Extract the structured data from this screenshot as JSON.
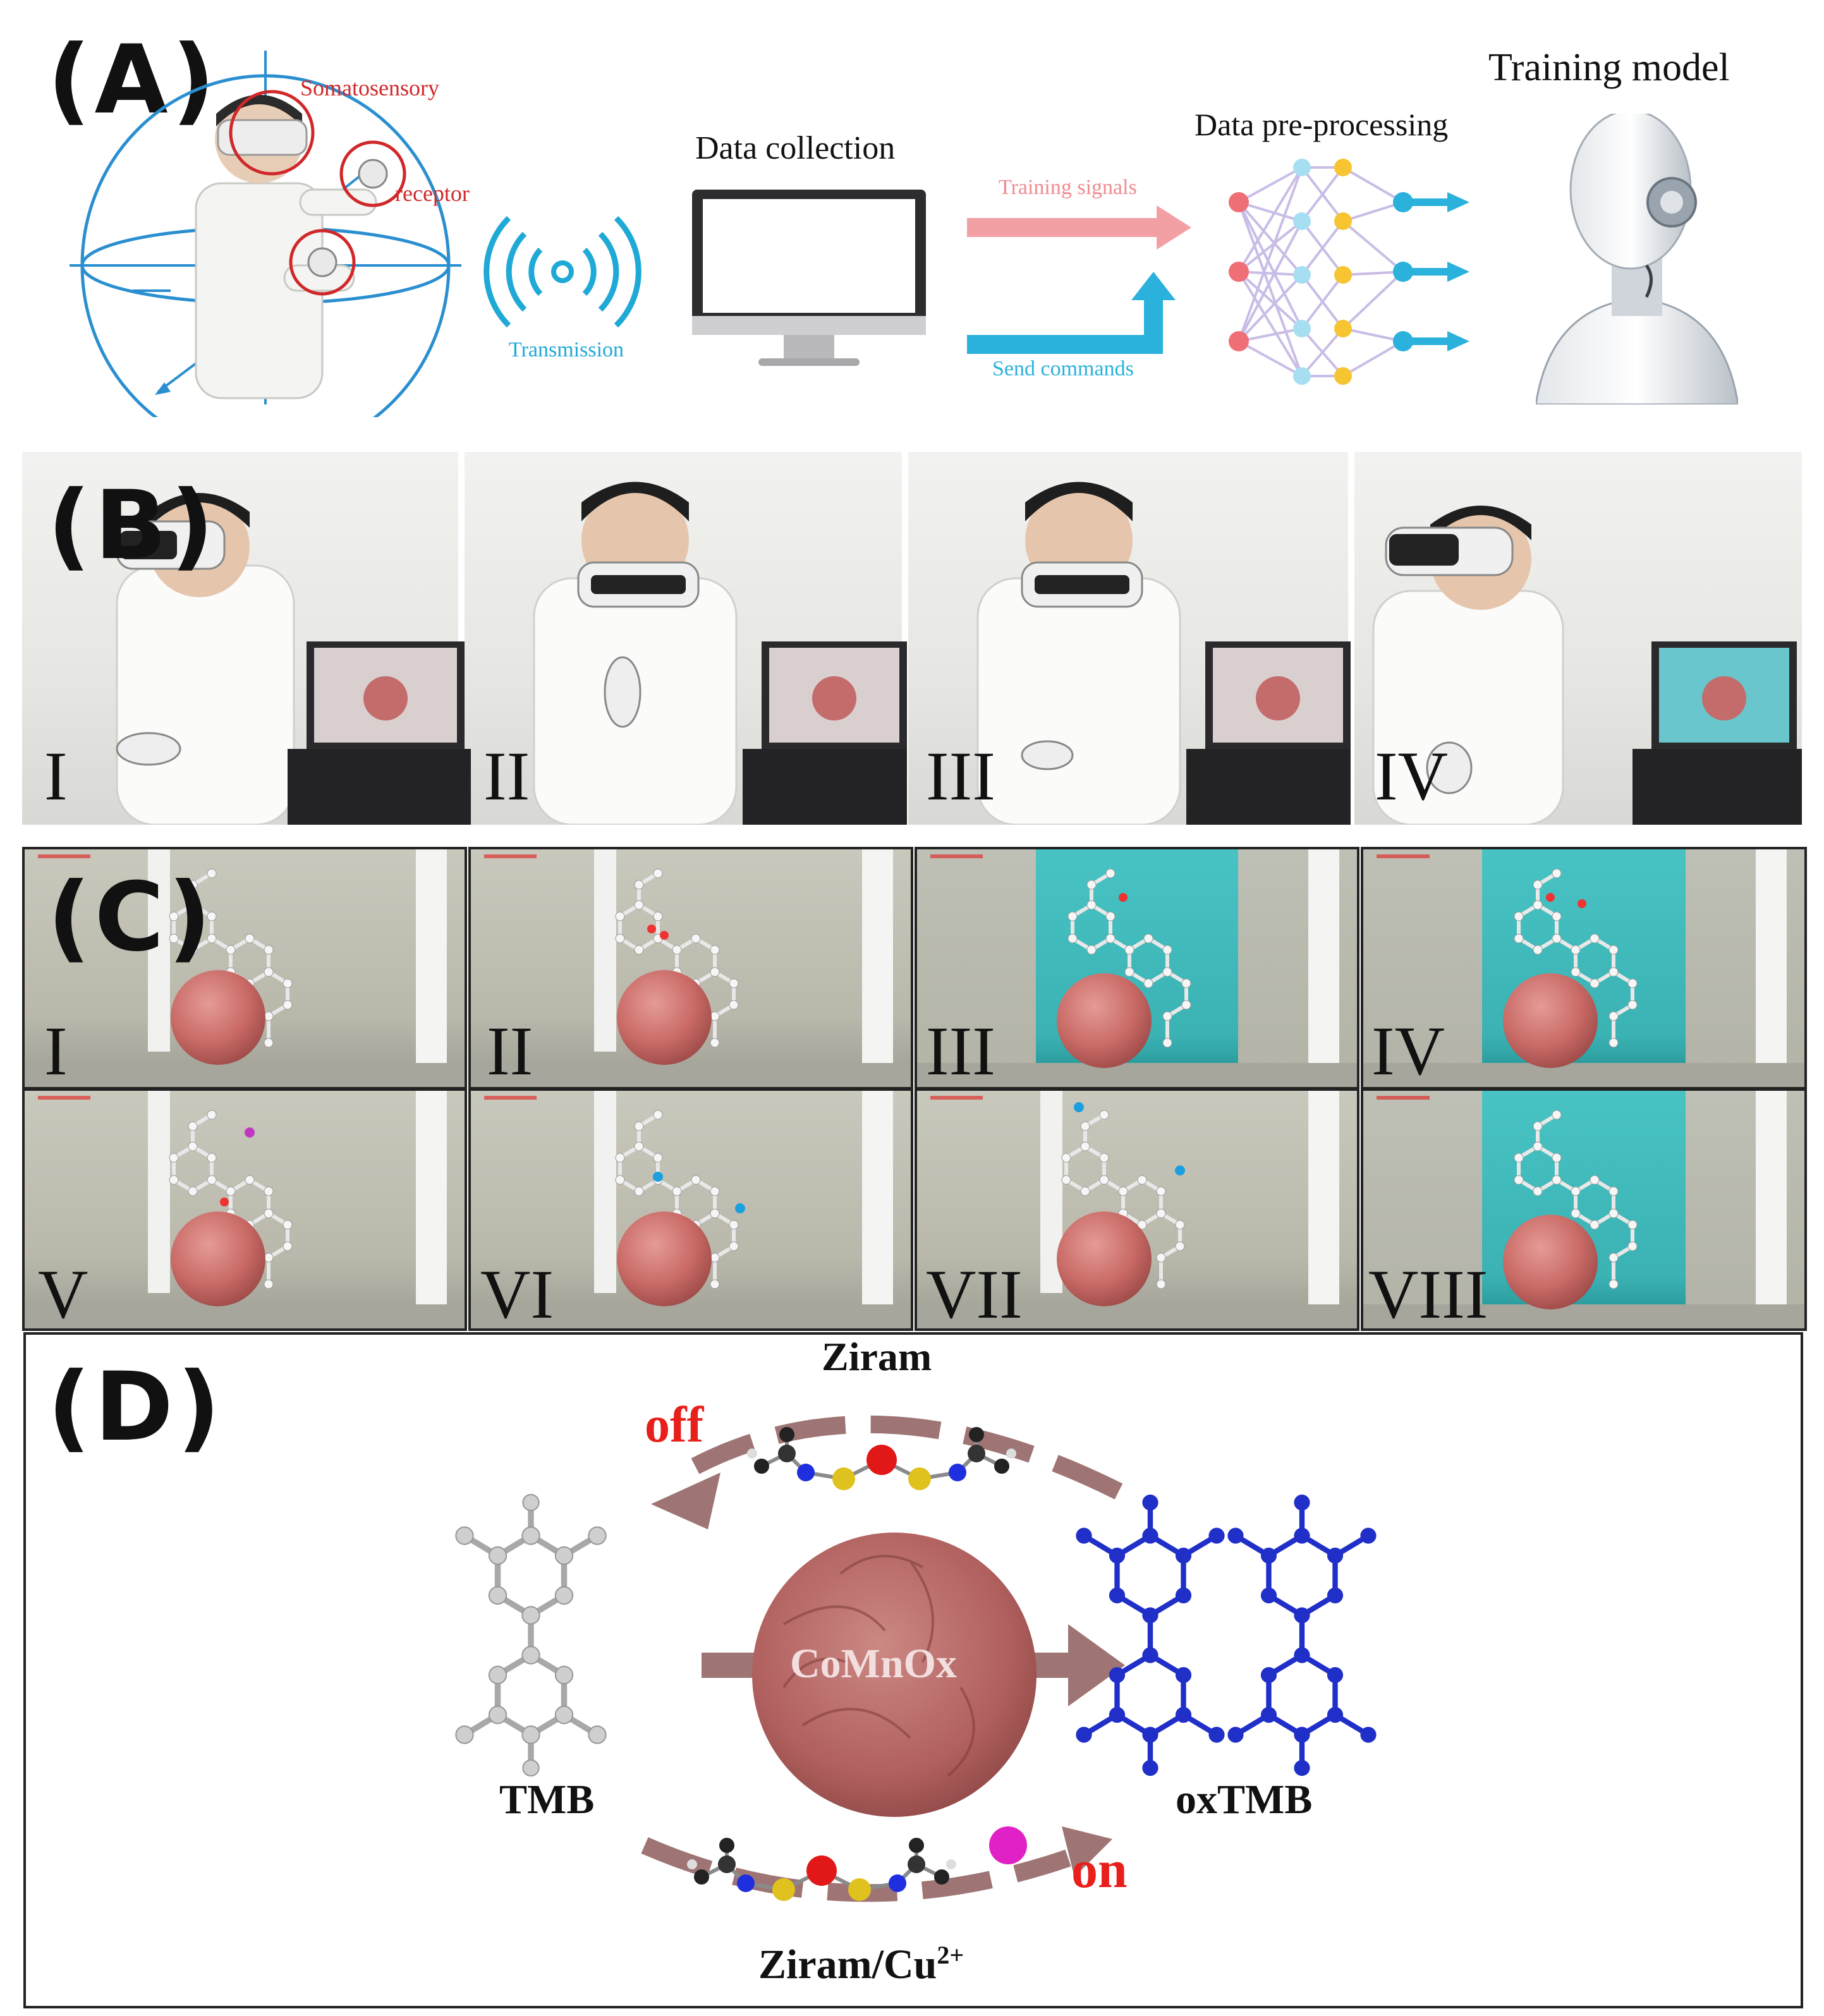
{
  "panel_labels": {
    "a": "(A)",
    "b": "(B)",
    "c": "(C)",
    "d": "(D)"
  },
  "panel_a": {
    "somatosensory": "Somatosensory",
    "receptor": "receptor",
    "transmission": "Transmission",
    "data_collection": "Data collection",
    "training_signals": "Training signals",
    "send_commands": "Send commands",
    "data_preprocessing": "Data pre-processing",
    "training_model": "Training model"
  },
  "panel_b": {
    "frames": [
      "I",
      "II",
      "III",
      "IV"
    ]
  },
  "panel_c": {
    "frames": [
      "I",
      "II",
      "III",
      "IV",
      "V",
      "VI",
      "VII",
      "VIII"
    ],
    "cyan_frames": [
      "III",
      "IV",
      "VIII"
    ]
  },
  "panel_d": {
    "ziram": "Ziram",
    "off": "off",
    "on": "on",
    "tmb": "TMB",
    "oxtmb": "oxTMB",
    "comnox": "CoMnOx",
    "ziram_cu_prefix": "Ziram/Cu",
    "ziram_cu_sup": "2+"
  },
  "colors": {
    "red_label": "#d0282a",
    "cyan_label": "#1fa9d6",
    "arrow_pink": "#f3a0a5",
    "arrow_blue": "#2ab1dc",
    "off_on_red": "#e8201c",
    "nano_brown": "#b86e6c",
    "oxtmb_blue": "#1f2fc8"
  }
}
